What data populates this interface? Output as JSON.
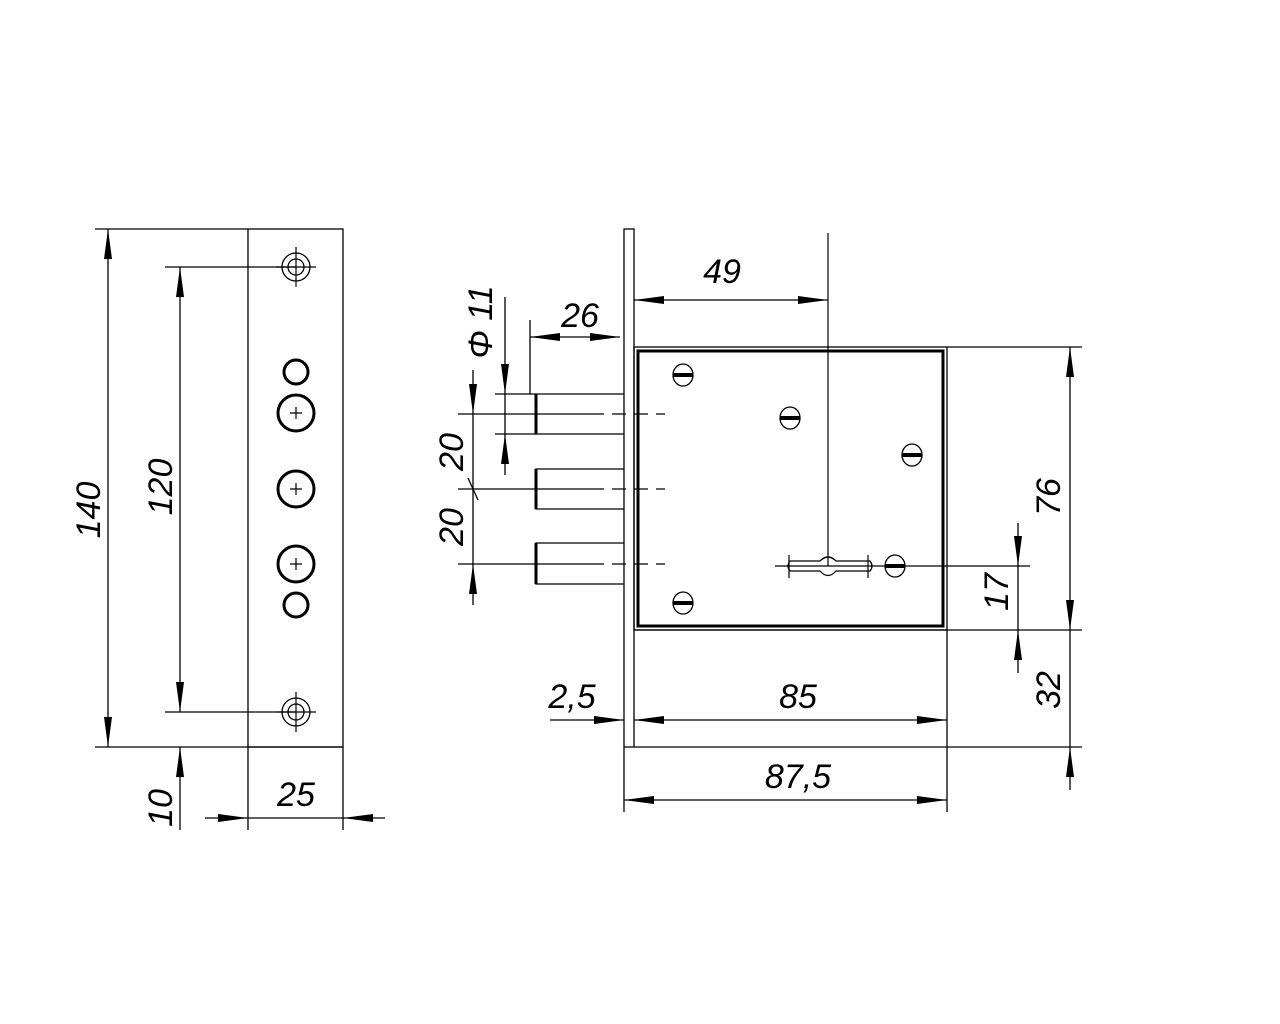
{
  "drawing": {
    "front_view": {
      "height_total": "140",
      "screw_spacing": "120",
      "bottom_offset": "10",
      "width": "25"
    },
    "side_view": {
      "backset": "49",
      "bolt_projection": "26",
      "bolt_diameter": "Φ 11",
      "bolt_spacing_upper": "20",
      "bolt_spacing_lower": "20",
      "body_height": "76",
      "keyhole_offset": "17",
      "lower_offset": "32",
      "faceplate_thickness": "2,5",
      "body_depth": "85",
      "total_depth": "87,5"
    }
  }
}
